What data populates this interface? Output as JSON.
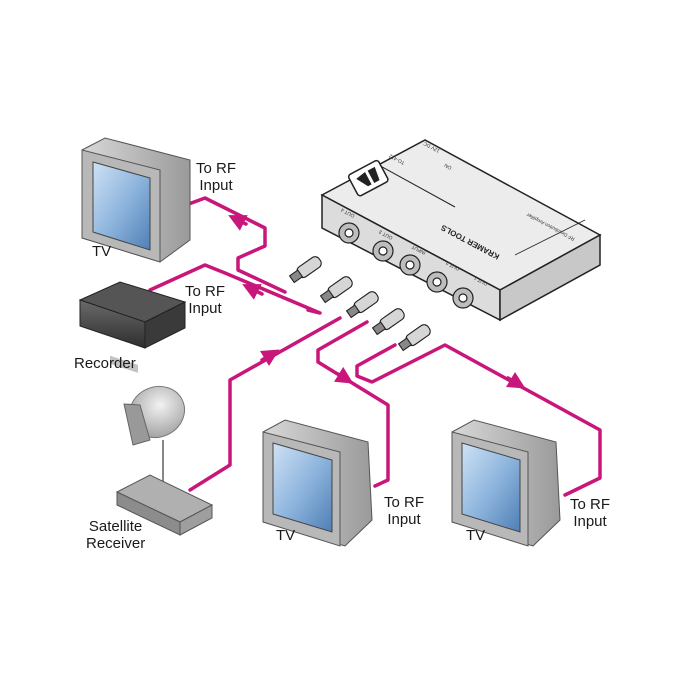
{
  "diagram": {
    "title": "RF distribution amplifier connection diagram",
    "cable_color": "#c8167a",
    "device": {
      "brand": "KRAMER TOOLS",
      "model": "TO-412",
      "description": "RF Distribution Amplifier",
      "power_label": "12V DC",
      "on_label": "ON",
      "ports": [
        "OUT 4",
        "OUT 3",
        "INPUT",
        "OUT 2",
        "OUT 1"
      ]
    },
    "nodes": {
      "tv_top": {
        "label": "TV",
        "port_label_line1": "To RF",
        "port_label_line2": "Input"
      },
      "recorder": {
        "label": "Recorder",
        "port_label_line1": "To RF",
        "port_label_line2": "Input"
      },
      "satellite": {
        "label_line1": "Satellite",
        "label_line2": "Receiver"
      },
      "tv_mid": {
        "label": "TV",
        "port_label_line1": "To RF",
        "port_label_line2": "Input"
      },
      "tv_right": {
        "label": "TV",
        "port_label_line1": "To RF",
        "port_label_line2": "Input"
      }
    }
  }
}
